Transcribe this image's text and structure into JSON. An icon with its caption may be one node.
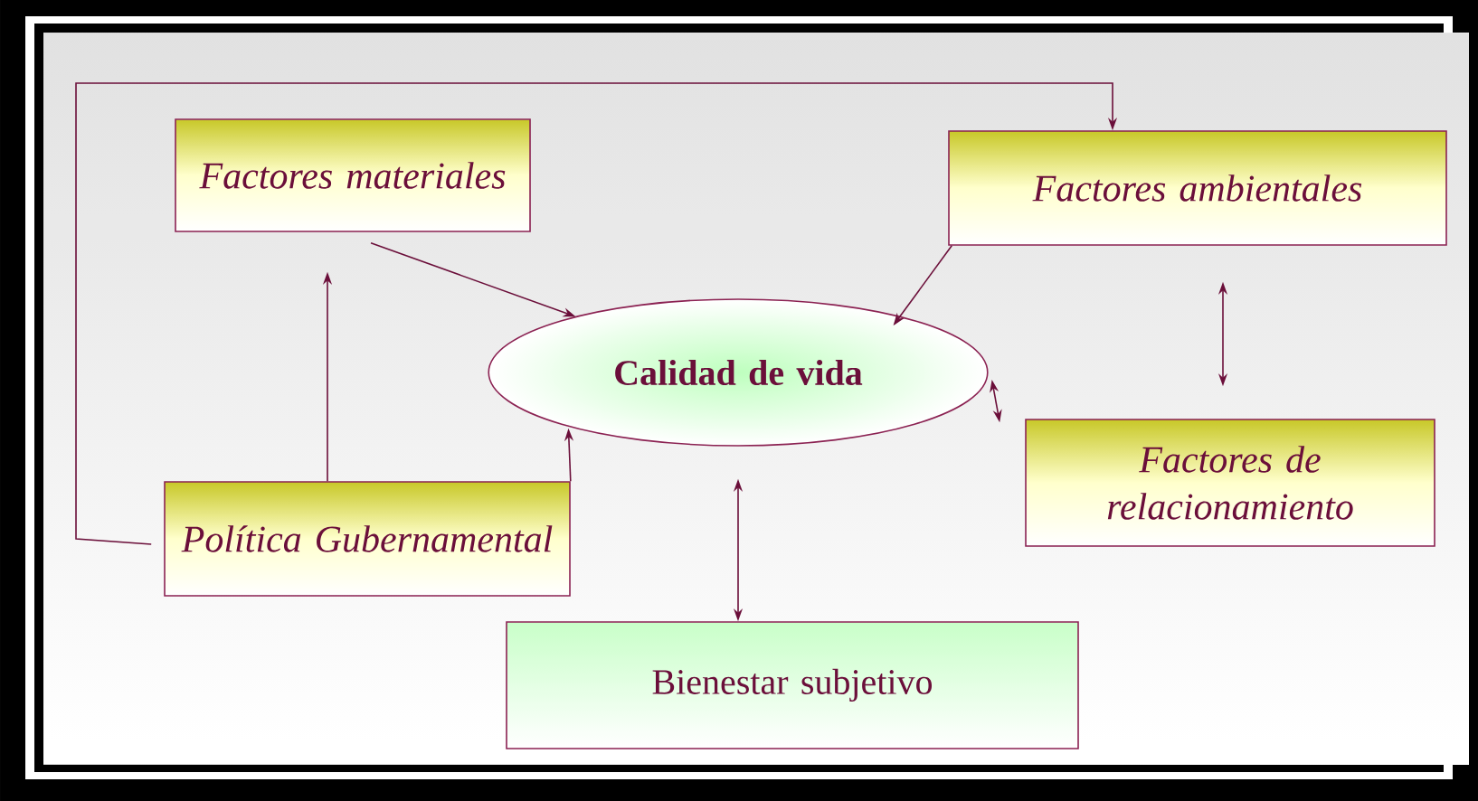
{
  "diagram": {
    "nodes": [
      {
        "text": [
          "Factores materiales"
        ]
      },
      {
        "text": [
          "Factores ambientales"
        ]
      },
      {
        "text": [
          "Calidad de vida"
        ]
      },
      {
        "text": [
          "Factores de relacionamiento"
        ]
      },
      {
        "text": [
          "Política Gubernamental"
        ]
      },
      {
        "text": [
          "Bienestar subjetivo"
        ]
      }
    ],
    "edges": [
      {
        "from": 0,
        "to": 2,
        "arrow": "to"
      },
      {
        "from": 1,
        "to": 2,
        "arrow": "to"
      },
      {
        "from": 1,
        "to": 3,
        "arrow": "both"
      },
      {
        "from": 2,
        "to": 3,
        "arrow": "both"
      },
      {
        "from": 2,
        "to": 5,
        "arrow": "both"
      },
      {
        "from": 4,
        "to": 2,
        "arrow": "to"
      },
      {
        "from": 4,
        "to": 0,
        "arrow": "to"
      },
      {
        "from": 4,
        "to": 1,
        "arrow": "to"
      }
    ]
  }
}
